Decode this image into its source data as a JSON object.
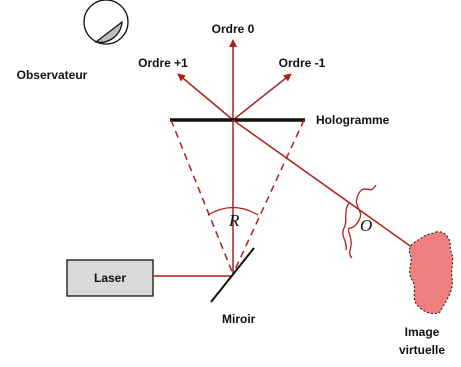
{
  "labels": {
    "observer": "Observateur",
    "order_0": "Ordre 0",
    "order_plus1": "Ordre +1",
    "order_minus1": "Ordre -1",
    "hologram": "Hologramme",
    "laser": "Laser",
    "mirror": "Miroir",
    "reference_beam": "R",
    "object_beam": "O",
    "virtual_image_line1": "Image",
    "virtual_image_line2": "virtuelle"
  },
  "colors": {
    "beam": "#b01e1e",
    "object_fill": "#f08080",
    "laser_fill": "#d9d9d9",
    "outline": "#111111",
    "eye_shading": "#bdbdbd"
  }
}
